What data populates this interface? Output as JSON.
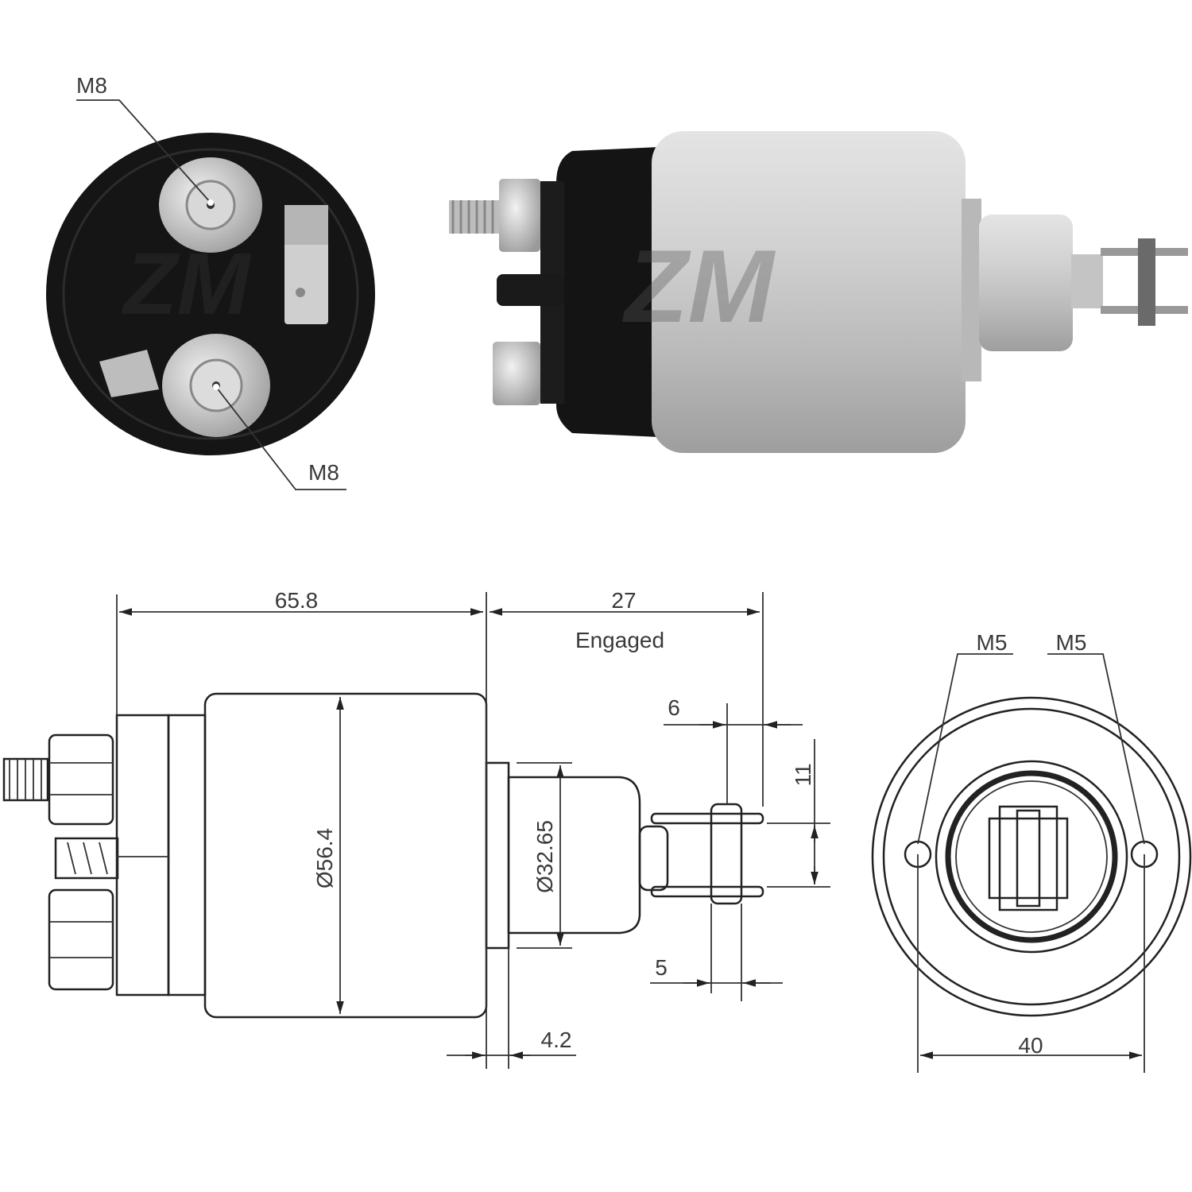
{
  "title": "Starter solenoid dimensional drawing",
  "watermark": "ZM",
  "photo_labels": {
    "terminal_top": "M8",
    "terminal_bottom": "M8"
  },
  "dimensions": {
    "body_length": "65.8",
    "plunger_travel": "27",
    "plunger_state": "Engaged",
    "fork_width": "6",
    "fork_gap": "11",
    "body_diameter": "Ø56.4",
    "nose_diameter": "Ø32.65",
    "pin_diameter": "5",
    "flange_offset": "4.2",
    "mount_thread_left": "M5",
    "mount_thread_right": "M5",
    "mount_spacing": "40"
  },
  "colors": {
    "line": "#222222",
    "cap_black": "#1a1a1a",
    "body_silver": "#c9c9c9"
  }
}
